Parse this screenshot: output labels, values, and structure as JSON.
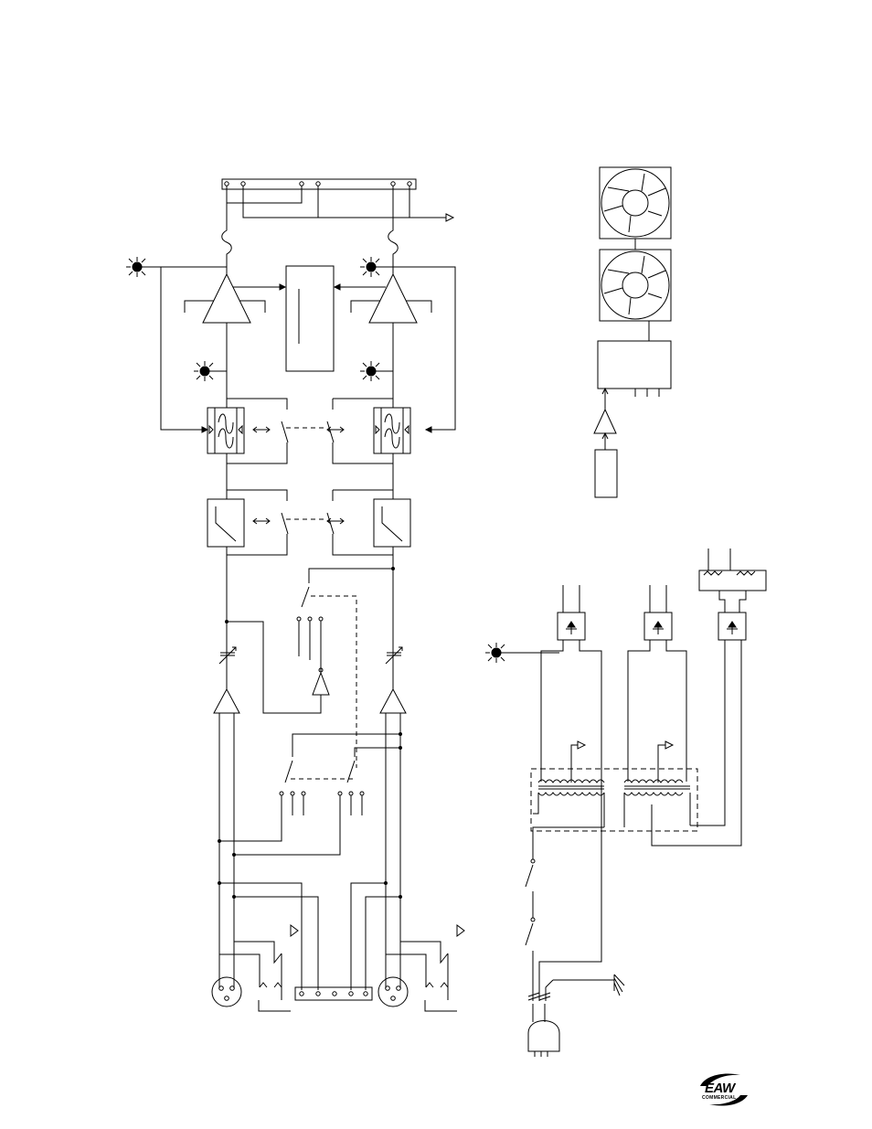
{
  "brand": {
    "name": "EAW",
    "subtitle": "COMMERCIAL"
  },
  "diagram": {
    "type": "amplifier block schematic",
    "channels": 2,
    "fan_count": 2
  }
}
